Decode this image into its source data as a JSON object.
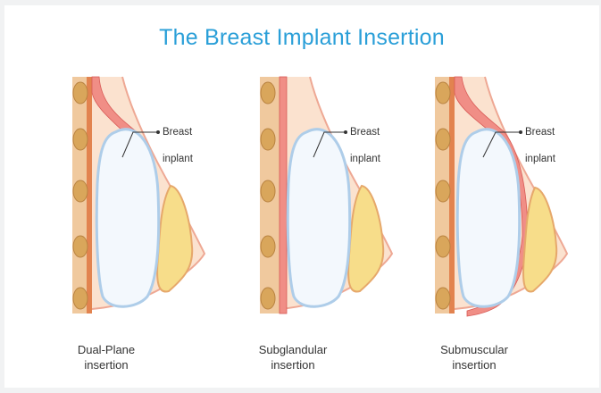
{
  "title": "The Breast Implant Insertion",
  "colors": {
    "title": "#2a9fd8",
    "skin": "#fbe2cf",
    "skin_outline": "#eea894",
    "muscle": "#f08e86",
    "muscle_dark": "#d85a56",
    "fat": "#d9a65b",
    "gland": "#f7dd8a",
    "implant_fill": "#f3f8fd",
    "implant_outline": "#aecde9"
  },
  "panels": [
    {
      "callout": [
        "Breast",
        "inplant"
      ],
      "caption": [
        "Dual-Plane",
        "insertion"
      ],
      "placement": "dual-plane"
    },
    {
      "callout": [
        "Breast",
        "inplant"
      ],
      "caption": [
        "Subglandular",
        "insertion"
      ],
      "placement": "subglandular"
    },
    {
      "callout": [
        "Breast",
        "inplant"
      ],
      "caption": [
        "Submuscular",
        "insertion"
      ],
      "placement": "submuscular"
    }
  ]
}
